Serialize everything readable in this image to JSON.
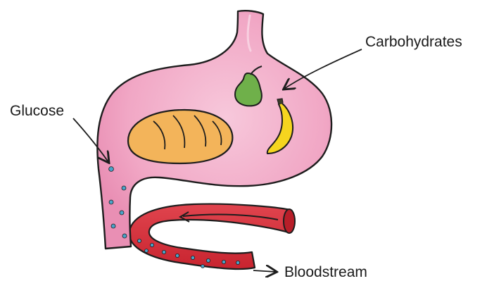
{
  "labels": {
    "carbohydrates": "Carbohydrates",
    "glucose": "Glucose",
    "bloodstream": "Bloodstream"
  },
  "colors": {
    "stomach": "#ef9fc0",
    "stomach_inner": "#f6c3d8",
    "outline": "#1d1d1d",
    "bread": "#f3b45a",
    "pear": "#6fb04a",
    "banana": "#f5d51f",
    "vessel": "#d7343f",
    "glucose_dot": "#4aa3c9"
  },
  "icons": [
    "pear-icon",
    "banana-icon",
    "bread-icon",
    "arrow-icon"
  ]
}
